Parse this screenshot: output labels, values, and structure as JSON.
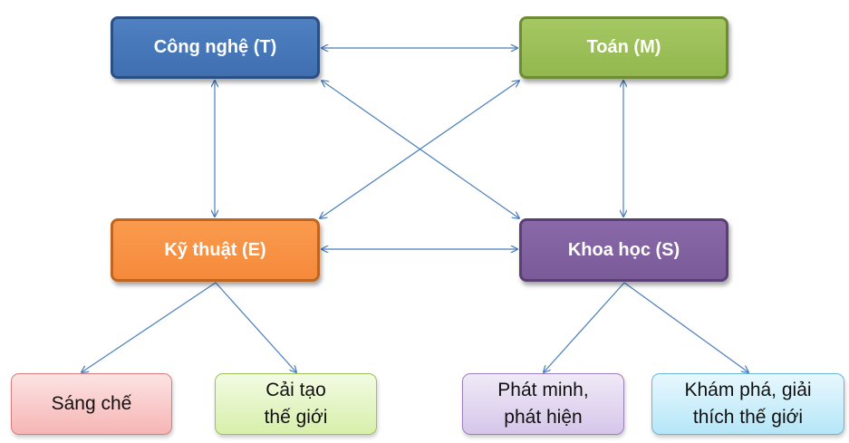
{
  "nodes": {
    "technology": "Công nghệ (T)",
    "math": "Toán (M)",
    "engineering": "Kỹ thuật (E)",
    "science": "Khoa học (S)"
  },
  "leaves": {
    "invention": "Sáng chế",
    "transform_world": "Cải tạo\nthế giới",
    "discovery": "Phát minh,\nphát hiện",
    "explore_explain": "Khám phá, giải\nthích thế giới"
  },
  "colors": {
    "technology": "#4f81bd",
    "math": "#9bbb59",
    "engineering": "#f79646",
    "science": "#8064a2",
    "arrow": "#4a7ebb"
  }
}
